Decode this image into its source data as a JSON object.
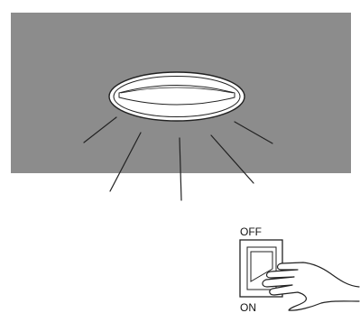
{
  "switch": {
    "off_label": "OFF",
    "on_label": "ON",
    "state": "on"
  },
  "colors": {
    "ceiling": "#8c8c8c",
    "line": "#222222",
    "background": "#ffffff"
  },
  "icons": {
    "fixture": "recessed-downlight-icon",
    "switch": "wall-switch-icon",
    "hand": "hand-icon"
  }
}
